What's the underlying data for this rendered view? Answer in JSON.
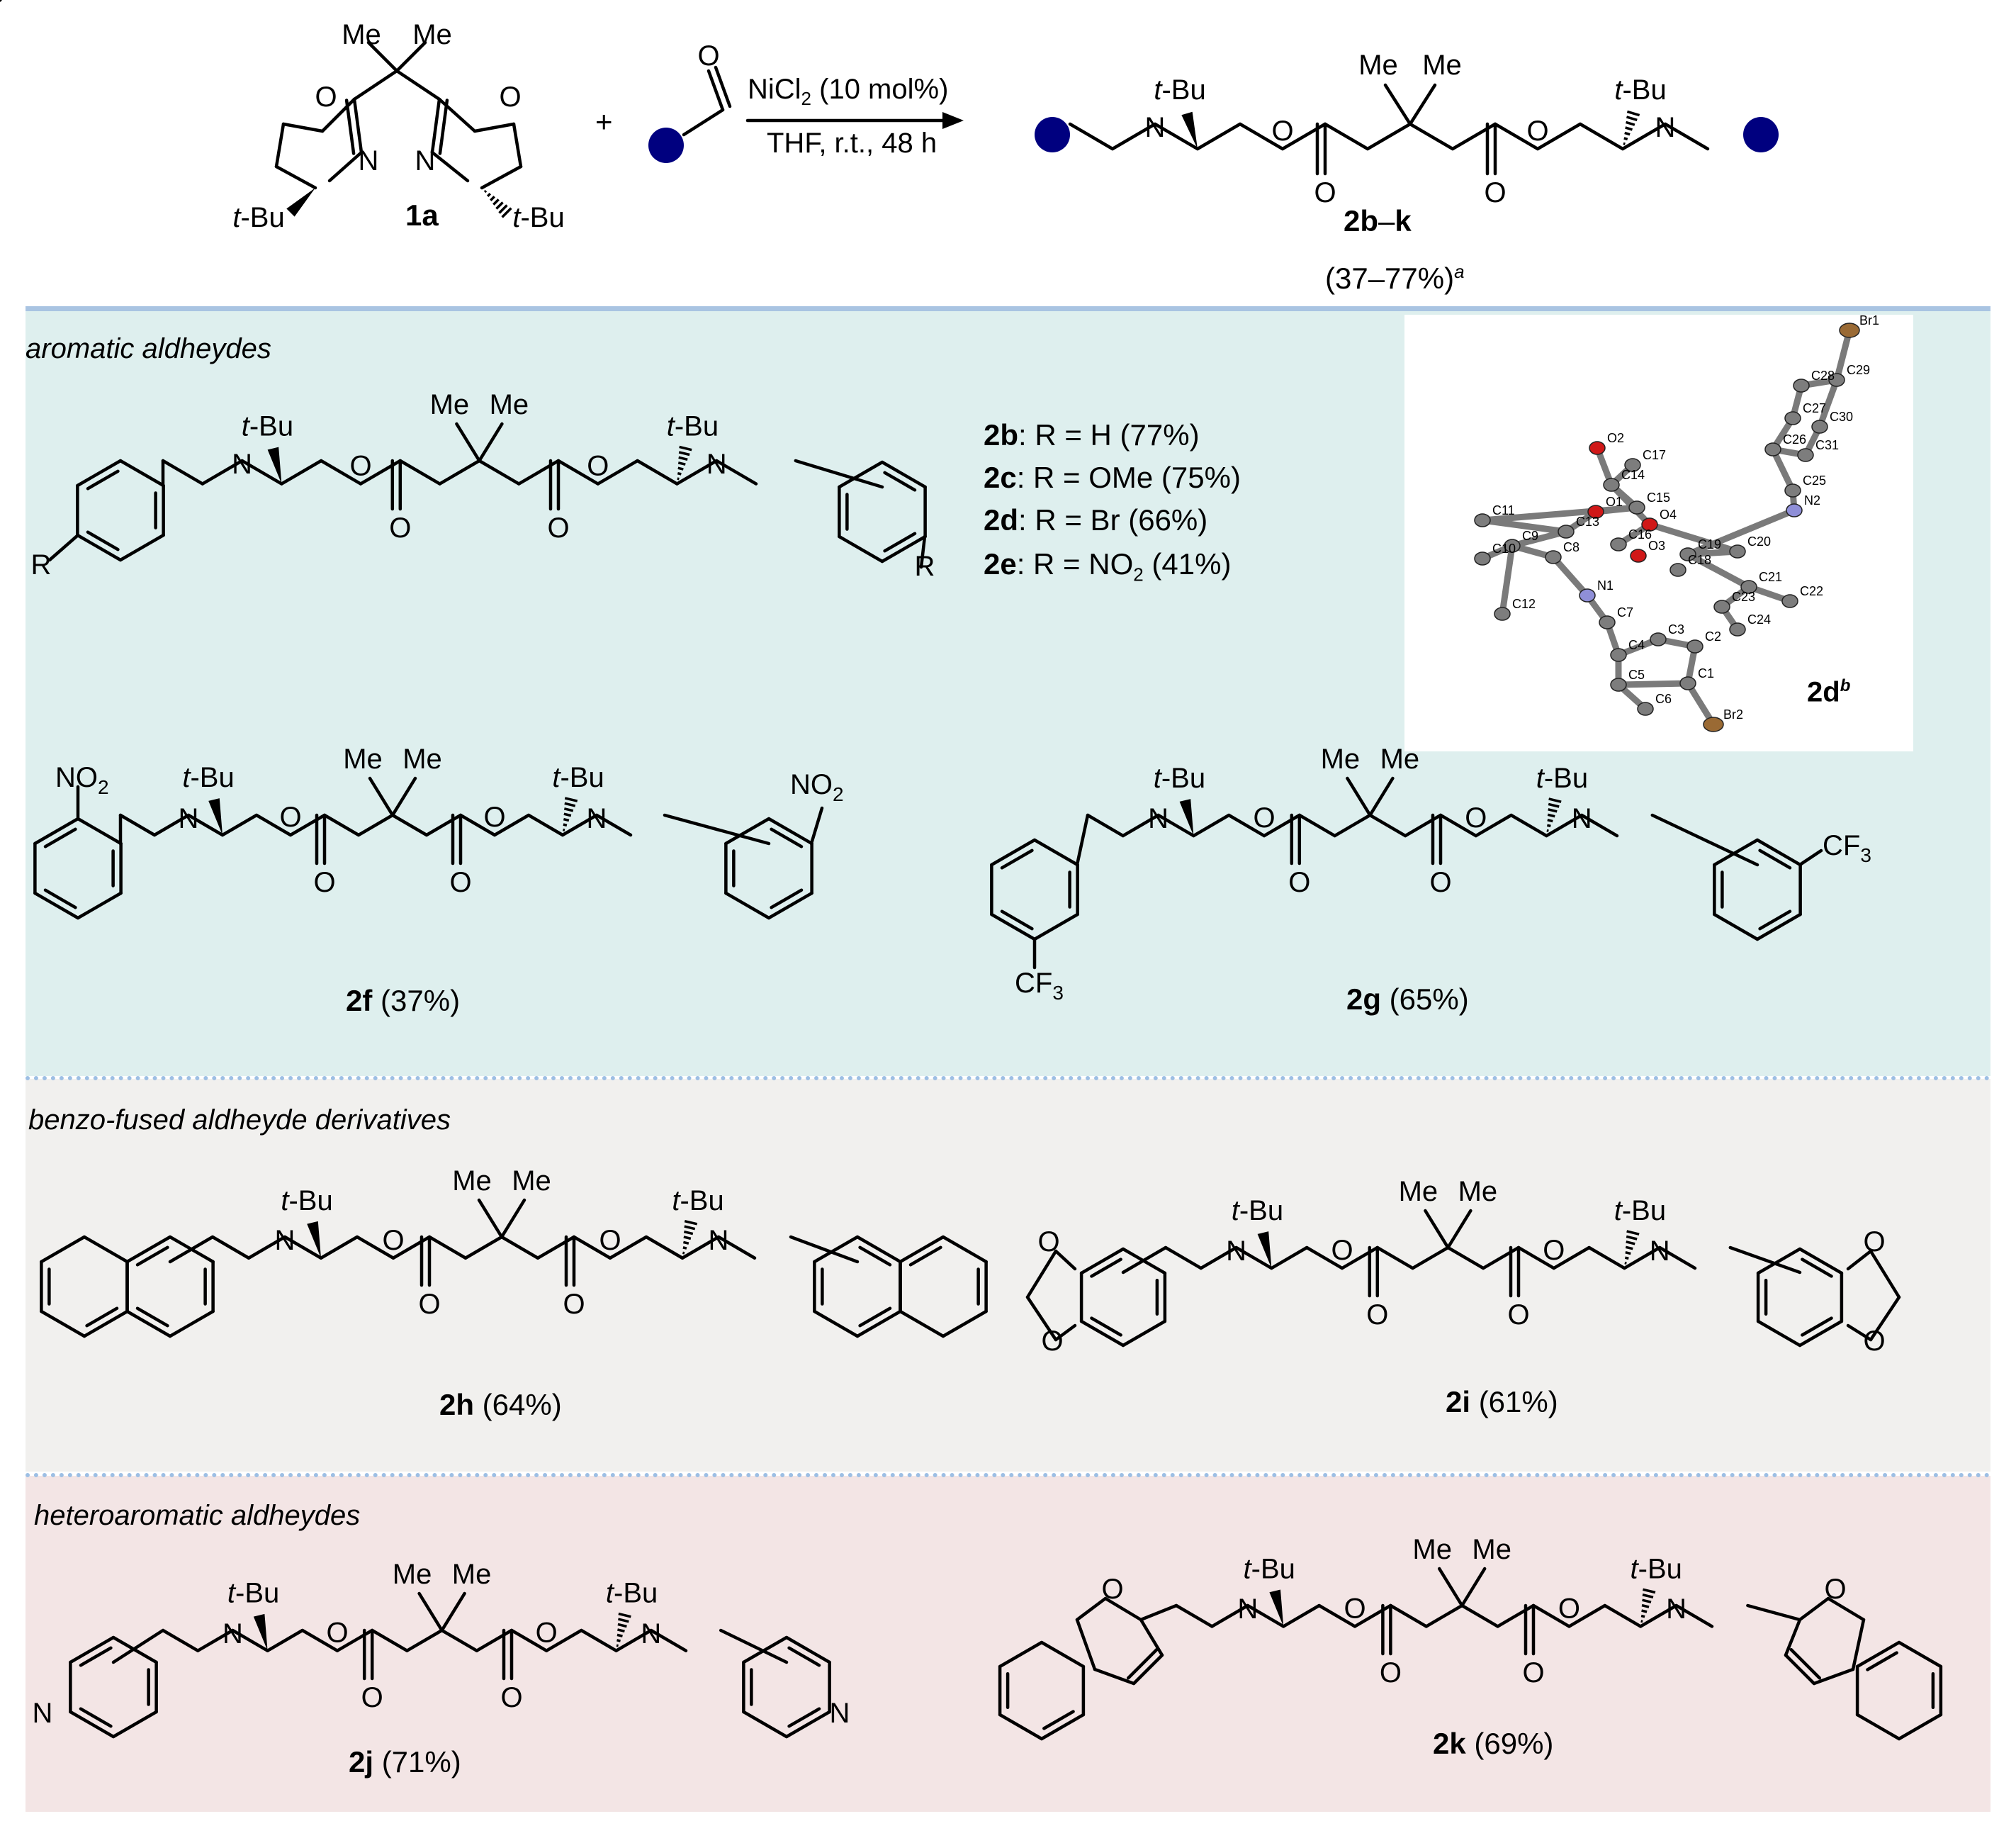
{
  "scheme": {
    "reagent_1a": {
      "label": "1a",
      "substituents": [
        "Me",
        "Me",
        "t-Bu",
        "t-Bu"
      ],
      "atoms": [
        "O",
        "N"
      ]
    },
    "conditions": {
      "catalyst_prefix": "NiCl",
      "catalyst_sub": "2",
      "catalyst_suffix": " (10 mol%)",
      "solvent_line": "THF, r.t., 48 h"
    },
    "product": {
      "label_bold_1": "2b",
      "label_dash": "–",
      "label_bold_2": "k",
      "yield_range": "(37–77%)",
      "yield_note": "a"
    },
    "plus": "+",
    "aldehyde_atom": "O"
  },
  "sections": {
    "aromatic": {
      "title": "aromatic aldheydes",
      "color": "#deefee"
    },
    "benzo": {
      "title": "benzo-fused aldheyde derivatives",
      "color": "#f1f0ee"
    },
    "hetero": {
      "title": "heteroaromatic aldheydes",
      "color": "#f3e5e5"
    }
  },
  "colors": {
    "separator_solid": "#a9c4e2",
    "separator_dotted": "#9dbfe4",
    "placeholder_dot": "#00007f"
  },
  "r_list": [
    {
      "compound": "2b",
      "text": ": R = H (77%)"
    },
    {
      "compound": "2c",
      "text": ": R = OMe (75%)"
    },
    {
      "compound": "2d",
      "text": ": R = Br (66%)"
    },
    {
      "compound": "2e",
      "text": ": R = NO",
      "sub": "2",
      "tail": " (41%)"
    }
  ],
  "atom_labels": {
    "me": "Me",
    "tbu_t": "t",
    "tbu_rest": "-Bu",
    "o": "O",
    "n": "N",
    "r": "R",
    "no2": "NO",
    "two": "2",
    "cf3": "CF",
    "three": "3"
  },
  "compounds": [
    {
      "id": "2f",
      "yield": " (37%)"
    },
    {
      "id": "2g",
      "yield": " (65%)"
    },
    {
      "id": "2h",
      "yield": " (64%)"
    },
    {
      "id": "2i",
      "yield": " (61%)"
    },
    {
      "id": "2j",
      "yield": " (71%)"
    },
    {
      "id": "2k",
      "yield": " (69%)"
    }
  ],
  "crystal": {
    "label": "2d",
    "label_note": "b",
    "atoms": [
      "Br1",
      "C29",
      "C28",
      "C27",
      "C30",
      "C26",
      "C31",
      "C25",
      "N2",
      "O2",
      "C17",
      "C14",
      "C15",
      "O4",
      "O1",
      "C11",
      "C13",
      "C19",
      "C20",
      "C16",
      "O3",
      "C18",
      "C10",
      "C9",
      "C8",
      "N1",
      "C7",
      "C21",
      "C22",
      "C23",
      "C12",
      "C4",
      "C3",
      "C2",
      "C5",
      "C1",
      "C24",
      "C6",
      "Br2"
    ]
  }
}
